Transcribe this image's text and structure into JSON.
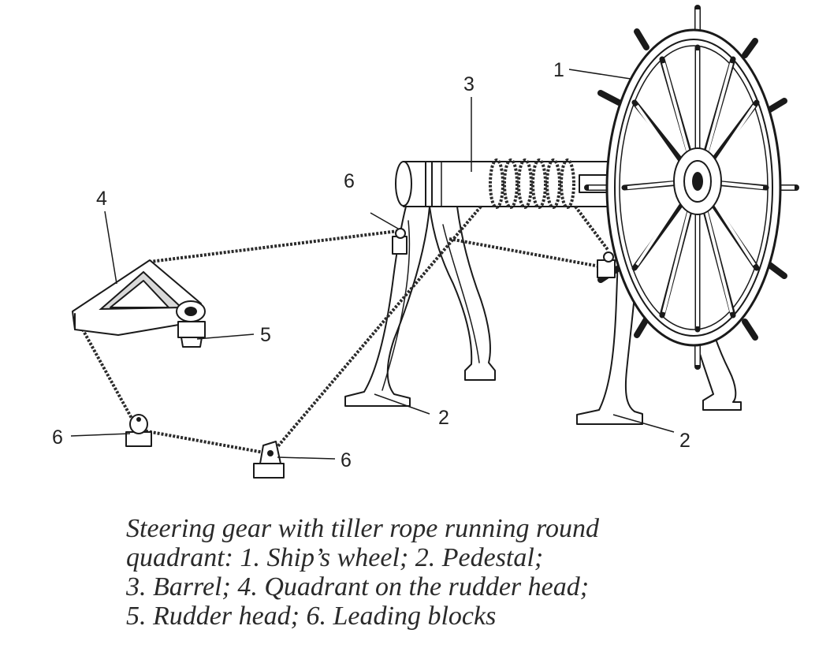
{
  "callouts": {
    "wheel": "1",
    "pedestal_left": "2",
    "pedestal_right": "2",
    "barrel": "3",
    "quadrant": "4",
    "rudder_head": "5",
    "block_top": "6",
    "block_left": "6",
    "block_bottom": "6"
  },
  "caption": {
    "line1": "Steering gear with tiller rope running round",
    "line2": "quadrant: 1. Ship’s wheel; 2. Pedestal;",
    "line3": "3. Barrel; 4. Quadrant on the rudder head;",
    "line4": "5. Rudder head; 6. Leading blocks"
  }
}
